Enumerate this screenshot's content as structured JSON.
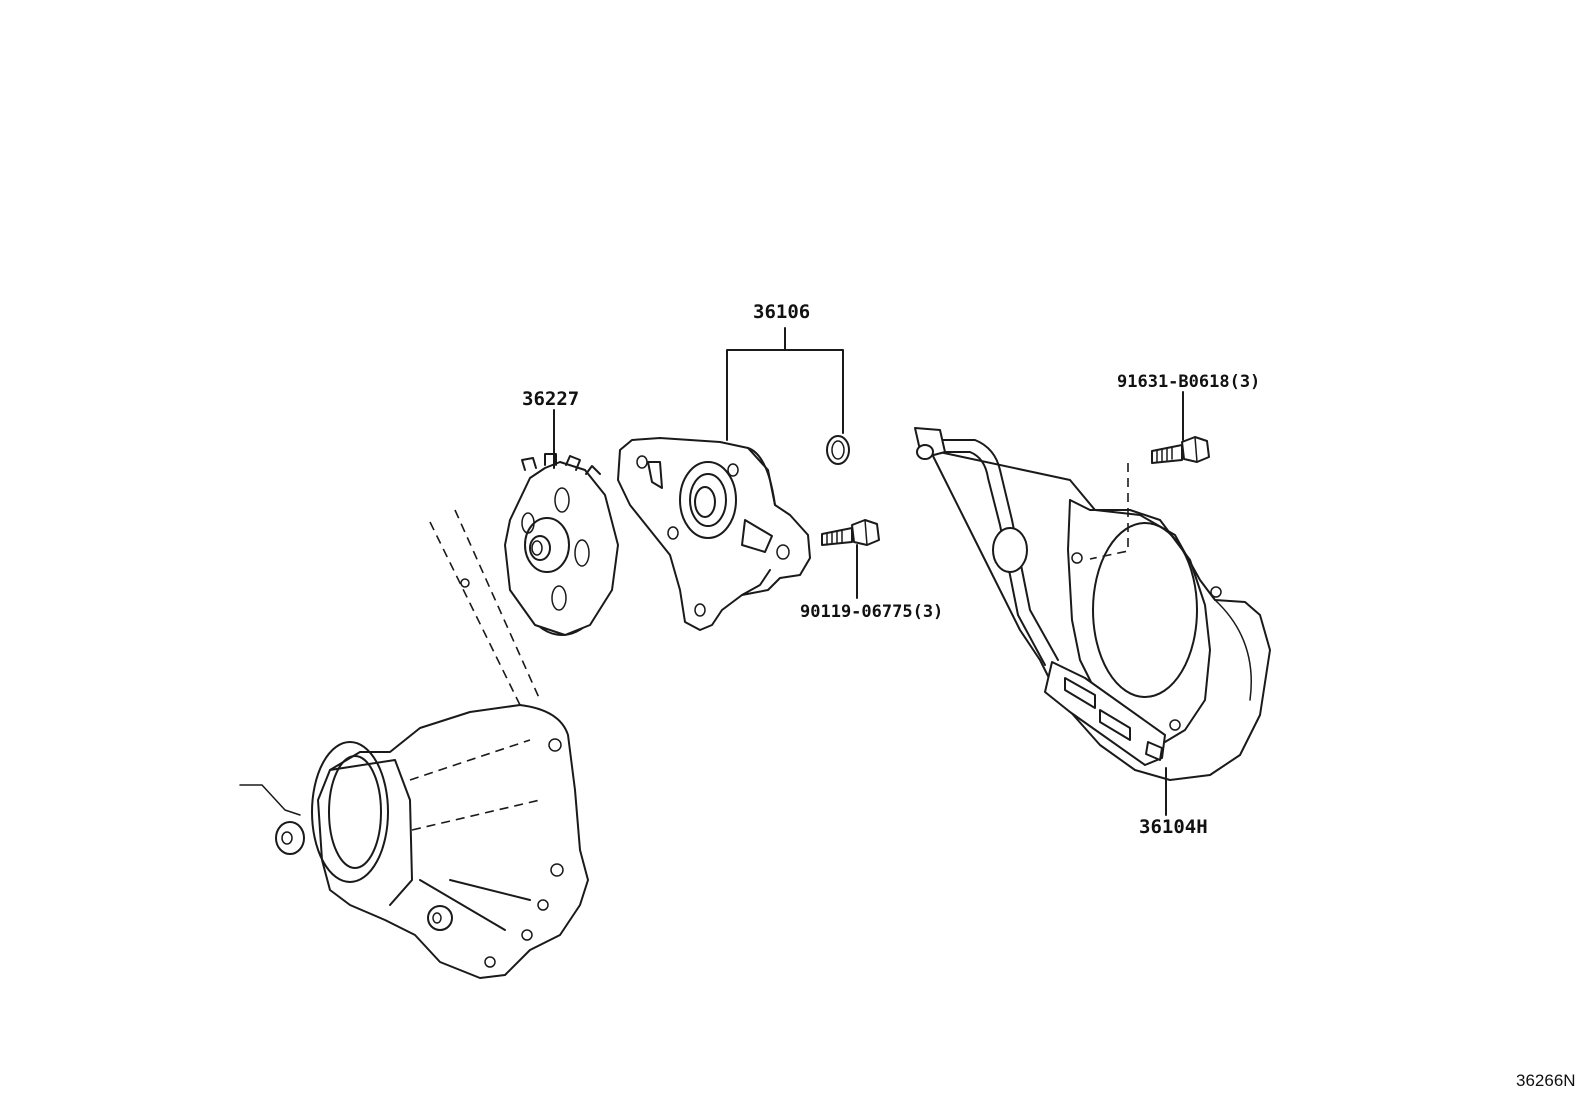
{
  "labels": {
    "sprocket": "36227",
    "pump_assembly": "36106",
    "pump_bolt": "90119-06775(3)",
    "cover_bolt": "91631-B0618(3)",
    "cover_assembly": "36104H"
  },
  "diagram_code": "36266N"
}
